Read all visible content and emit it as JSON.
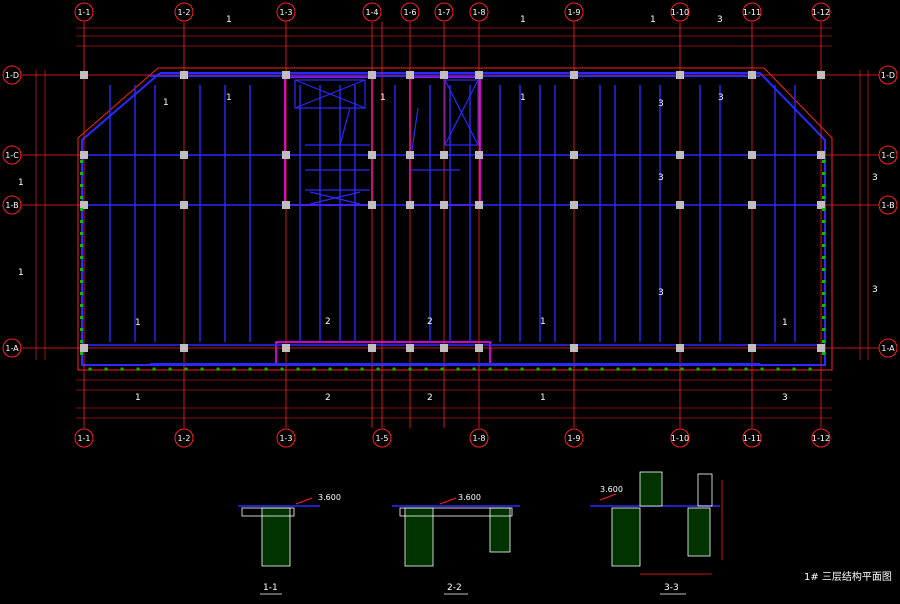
{
  "drawing": {
    "title": "1# 三层结构平面图",
    "colors": {
      "background": "#000000",
      "grid": "#ff2020",
      "beam": "#2a2aff",
      "wall": "#ff00ff",
      "column": "#bfbfbf",
      "hatch": "#00c000",
      "text": "#ffffff",
      "rebar": "#ffff00"
    },
    "top_axes": [
      "1-1",
      "1-2",
      "1-3",
      "1-4",
      "1-6",
      "1-7",
      "1-8",
      "1-9",
      "1-10",
      "1-11",
      "1-12"
    ],
    "bottom_axes": [
      "1-1",
      "1-2",
      "1-3",
      "1-5",
      "1-8",
      "1-9",
      "1-10",
      "1-11",
      "1-12"
    ],
    "row_axes": [
      "1-D",
      "1-C",
      "1-B",
      "1-A"
    ],
    "room_marks": {
      "top": [
        "1",
        "1",
        "1",
        "3"
      ],
      "plan": [
        "1",
        "1",
        "1",
        "1",
        "1",
        "2",
        "2",
        "1",
        "3",
        "3",
        "3",
        "1",
        "3"
      ],
      "bottom": [
        "1",
        "2",
        "2",
        "1",
        "3"
      ],
      "side": [
        "1",
        "1",
        "3",
        "3"
      ]
    },
    "sections": [
      {
        "label": "1-1",
        "elevation": "3.600"
      },
      {
        "label": "2-2",
        "elevation": "3.600"
      },
      {
        "label": "3-3",
        "elevation": "3.600"
      }
    ]
  }
}
